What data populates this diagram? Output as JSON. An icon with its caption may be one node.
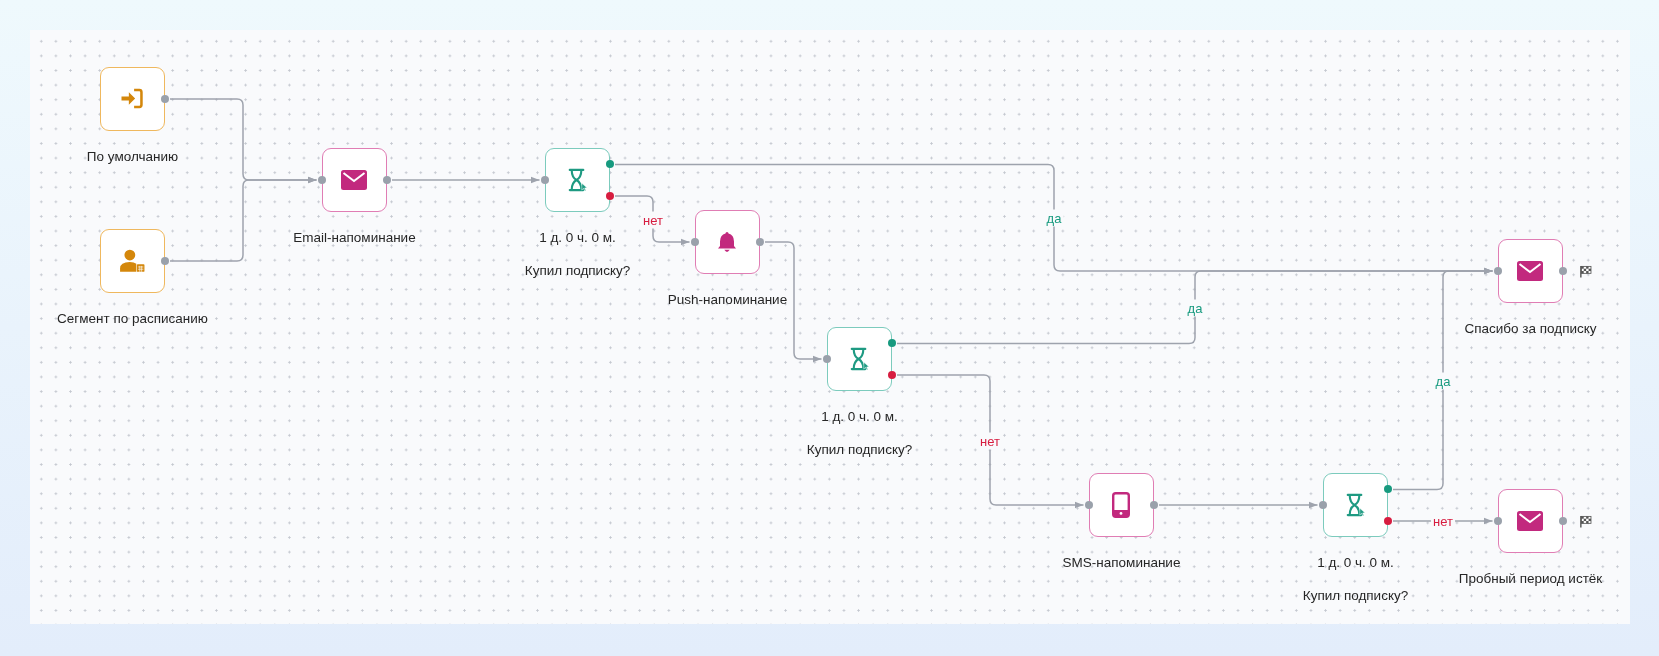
{
  "diagram": {
    "nodes": [
      {
        "text": [
          "По умолчанию"
        ]
      },
      {
        "text": [
          "Сегмент по расписанию"
        ]
      },
      {
        "text": [
          "Email-напоминание"
        ]
      },
      {
        "text": [
          "1 д. 0 ч. 0 м.",
          "Купил подписку?"
        ]
      },
      {
        "text": [
          "Push-напоминание"
        ]
      },
      {
        "text": [
          "1 д. 0 ч. 0 м.",
          "Купил подписку?"
        ]
      },
      {
        "text": [
          "SMS-напоминание"
        ]
      },
      {
        "text": [
          "1 д. 0 ч. 0 м.",
          "Купил подписку?"
        ]
      },
      {
        "text": [
          "Спасибо за подписку"
        ]
      },
      {
        "text": [
          "Пробный период истёк"
        ]
      }
    ],
    "edges": [
      {
        "from": 0,
        "to": 2,
        "arrow": "to"
      },
      {
        "from": 1,
        "to": 2,
        "arrow": "to"
      },
      {
        "from": 2,
        "to": 3,
        "arrow": "to"
      },
      {
        "from": 3,
        "to": 8,
        "arrow": "to",
        "label": "да"
      },
      {
        "from": 3,
        "to": 4,
        "arrow": "to",
        "label": "нет"
      },
      {
        "from": 4,
        "to": 5,
        "arrow": "to"
      },
      {
        "from": 5,
        "to": 8,
        "arrow": "to",
        "label": "да"
      },
      {
        "from": 5,
        "to": 6,
        "arrow": "to",
        "label": "нет"
      },
      {
        "from": 6,
        "to": 7,
        "arrow": "to"
      },
      {
        "from": 7,
        "to": 8,
        "arrow": "to",
        "label": "да"
      },
      {
        "from": 7,
        "to": 9,
        "arrow": "to",
        "label": "нет"
      }
    ]
  }
}
